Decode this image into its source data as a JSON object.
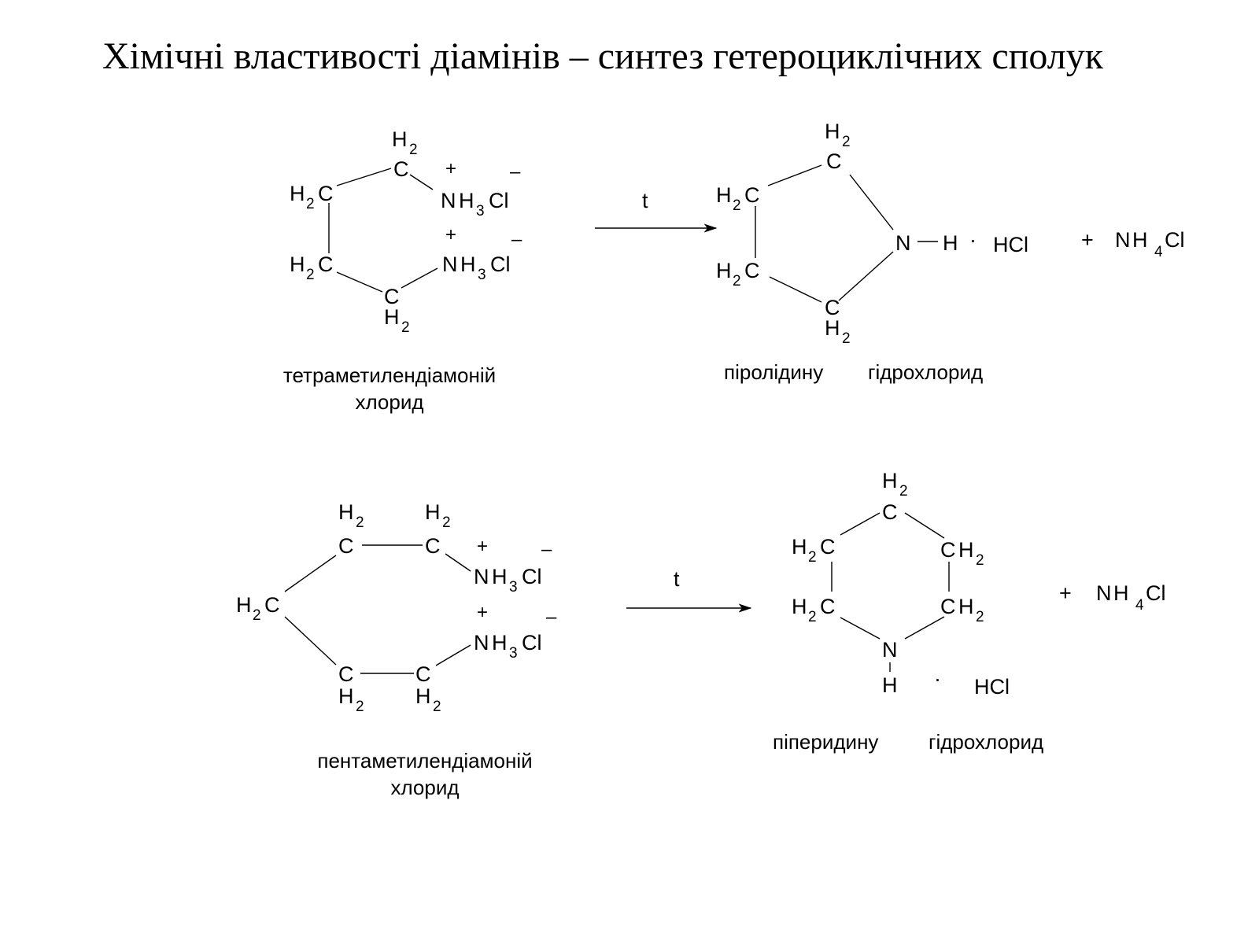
{
  "title": "Хімічні властивості діамінів – синтез гетероциклічних сполук",
  "symbols": {
    "H": "H",
    "C": "C",
    "N": "N",
    "Cl": "Cl",
    "HCl": "HCl",
    "sub2": "2",
    "sub3": "3",
    "sub4": "4",
    "plus": "+",
    "minus": "–",
    "dot": "·",
    "heat": "t"
  },
  "reaction1": {
    "reactant_name_line1": "тетраметилендіамоній",
    "reactant_name_line2": "хлорид",
    "product_name_part1": "піролідину",
    "product_name_part2": "гідрохлорид"
  },
  "reaction2": {
    "reactant_name_line1": "пентаметилендіамоній",
    "reactant_name_line2": "хлорид",
    "product_name_part1": "піперидину",
    "product_name_part2": "гідрохлорид"
  }
}
